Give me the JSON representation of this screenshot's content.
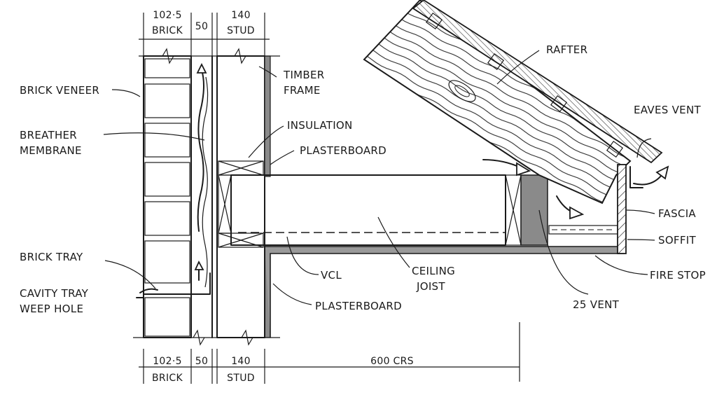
{
  "dimensions": {
    "top": {
      "brick_value": "102·5",
      "brick_label": "BRICK",
      "cavity": "50",
      "stud_value": "140",
      "stud_label": "STUD"
    },
    "bottom": {
      "brick_value": "102·5",
      "brick_label": "BRICK",
      "cavity": "50",
      "stud_value": "140",
      "stud_label": "STUD",
      "spacing": "600 CRS"
    }
  },
  "labels": {
    "brick_veneer": "BRICK VENEER",
    "breather_1": "BREATHER",
    "breather_2": "MEMBRANE",
    "brick_tray": "BRICK TRAY",
    "cavity_tray_1": "CAVITY TRAY",
    "cavity_tray_2": "WEEP HOLE",
    "timber_1": "TIMBER",
    "timber_2": "FRAME",
    "insulation": "INSULATION",
    "plasterboard_upper": "PLASTERBOARD",
    "plasterboard_lower": "PLASTERBOARD",
    "rafter": "RAFTER",
    "eaves_vent": "EAVES VENT",
    "fascia": "FASCIA",
    "soffit": "SOFFIT",
    "fire_stop": "FIRE STOP",
    "vcl": "VCL",
    "ceiling_1": "CEILING",
    "ceiling_2": "JOIST",
    "vent_25": "25 VENT"
  }
}
